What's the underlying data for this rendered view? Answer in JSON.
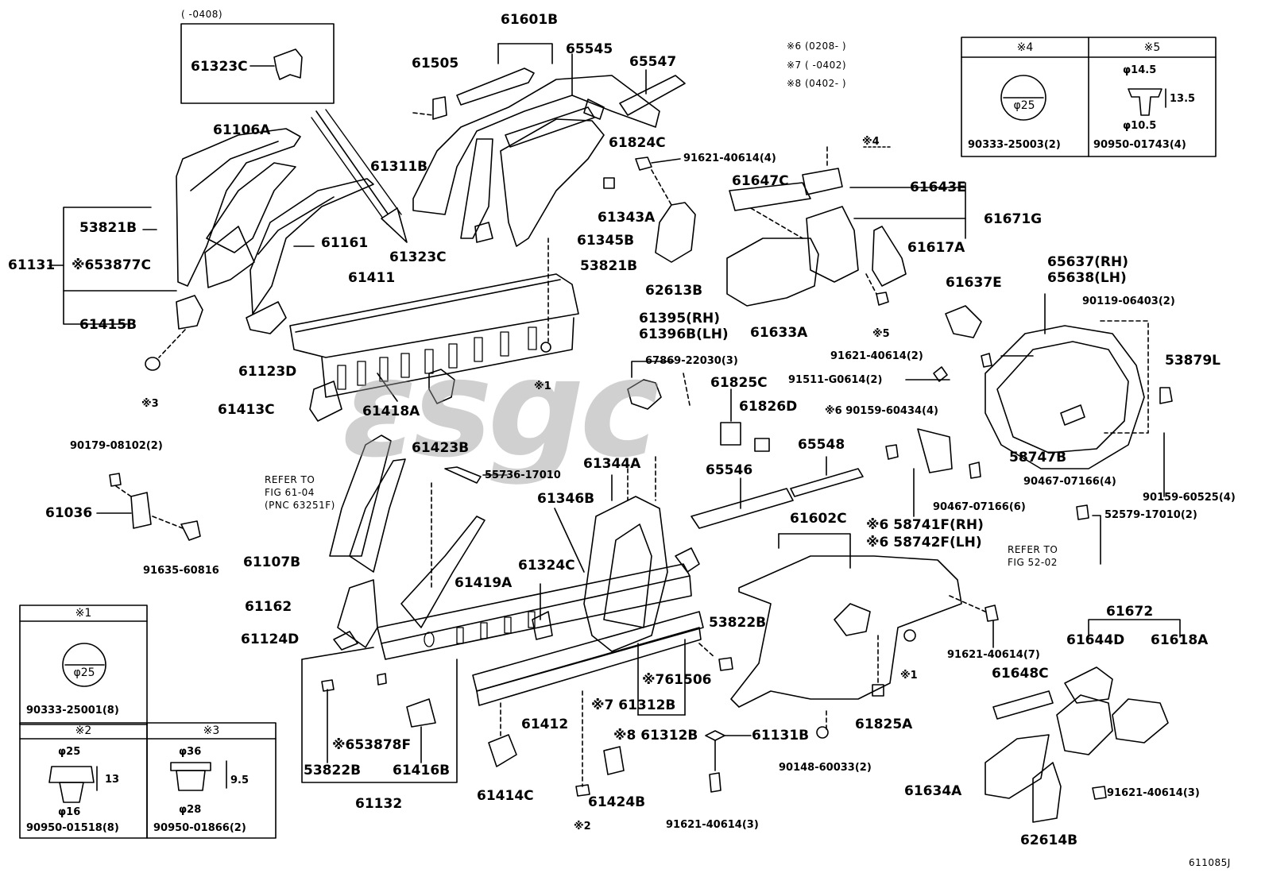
{
  "watermark": "εѕgc",
  "figure_code": "611085J",
  "date_notes": {
    "inset_range": "(      -0408)",
    "n6": "※6 (0208-        )",
    "n7": "※7 (        -0402)",
    "n8": "※8 (0402-        )"
  },
  "refer": {
    "a_line1": "REFER TO",
    "a_line2": "FIG 61-04",
    "a_line3": "(PNC 63251F)",
    "b_line1": "REFER TO",
    "b_line2": "FIG 52-02"
  },
  "legend_boxes": {
    "box1": {
      "mark": "※1",
      "dim": "φ25",
      "part": "90333-25001(8)"
    },
    "box2": {
      "mark": "※2",
      "dim_top": "φ25",
      "dim_side": "13",
      "dim_bottom": "φ16",
      "part": "90950-01518(8)"
    },
    "box3": {
      "mark": "※3",
      "dim_top": "φ36",
      "dim_side": "9.5",
      "dim_bottom": "φ28",
      "part": "90950-01866(2)"
    },
    "box4": {
      "mark": "※4",
      "dim": "φ25",
      "part": "90333-25003(2)"
    },
    "box5": {
      "mark": "※5",
      "dim_top": "φ14.5",
      "dim_side": "13.5",
      "dim_bottom": "φ10.5",
      "part": "90950-01743(4)"
    }
  },
  "callouts": {
    "c61601B": "61601B",
    "c61505": "61505",
    "c65545": "65545",
    "c65547": "65547",
    "c61323C_top": "61323C",
    "c61106A": "61106A",
    "c61311B": "61311B",
    "c61824C": "61824C",
    "c91621_top": "91621-40614(4)",
    "c_n4": "※4",
    "c61647C": "61647C",
    "c61643E": "61643E",
    "c61671G": "61671G",
    "c53821B_l": "53821B",
    "c53877C": "※653877C",
    "c61131": "61131",
    "c61161": "61161",
    "c61343A": "61343A",
    "c61345B": "61345B",
    "c61323C_mid": "61323C",
    "c53821B_m": "53821B",
    "c62613B": "62613B",
    "c61617A": "61617A",
    "c61633A": "61633A",
    "c_n5": "※5",
    "c65637": "65637(RH)",
    "c65638": "65638(LH)",
    "c61411": "61411",
    "c61415B": "61415B",
    "c61637E": "61637E",
    "c90119": "90119-06403(2)",
    "c61123D": "61123D",
    "c61395": "61395(RH)",
    "c61396B": "61396B(LH)",
    "c91621_mid": "91621-40614(2)",
    "c67869": "67869-22030(3)",
    "c53879L": "53879L",
    "c_n1_top": "※1",
    "c_n3": "※3",
    "c91511": "91511-G0614(2)",
    "c61825C": "61825C",
    "c61413C": "61413C",
    "c61418A": "61418A",
    "c61826D": "61826D",
    "c90159_604": "※6 90159-60434(4)",
    "c61423B": "61423B",
    "c58747B": "58747B",
    "c90179": "90179-08102(2)",
    "c65548": "65548",
    "c55736": "55736-17010",
    "c61344A": "61344A",
    "c65546": "65546",
    "c90467_4": "90467-07166(4)",
    "c61036": "61036",
    "c61346B": "61346B",
    "c90159_605": "90159-60525(4)",
    "c90467_6": "90467-07166(6)",
    "c61602C": "61602C",
    "c52579": "52579-17010(2)",
    "c58741F": "※6 58741F(RH)",
    "c58742F": "※6 58742F(LH)",
    "c91635": "91635-60816",
    "c61107B": "61107B",
    "c61324C": "61324C",
    "c61419A": "61419A",
    "c61162": "61162",
    "c61672": "61672",
    "c53822B_r": "53822B",
    "c91621_7": "91621-40614(7)",
    "c61124D": "61124D",
    "c61644D": "61644D",
    "c61618A": "61618A",
    "c61506": "※761506",
    "c_n1_mid": "※1",
    "c61648C": "61648C",
    "c61412": "61412",
    "c61312B_7": "※7 61312B",
    "c61825A": "61825A",
    "c53878F": "※653878F",
    "c61312B_8": "※8 61312B",
    "c61131B": "61131B",
    "c53822B_l": "53822B",
    "c61416B": "61416B",
    "c90148": "90148-60033(2)",
    "c61414C": "61414C",
    "c61634A": "61634A",
    "c91621_3r": "91621-40614(3)",
    "c61132": "61132",
    "c61424B": "61424B",
    "c_n2": "※2",
    "c91621_3b": "91621-40614(3)",
    "c62614B": "62614B"
  }
}
